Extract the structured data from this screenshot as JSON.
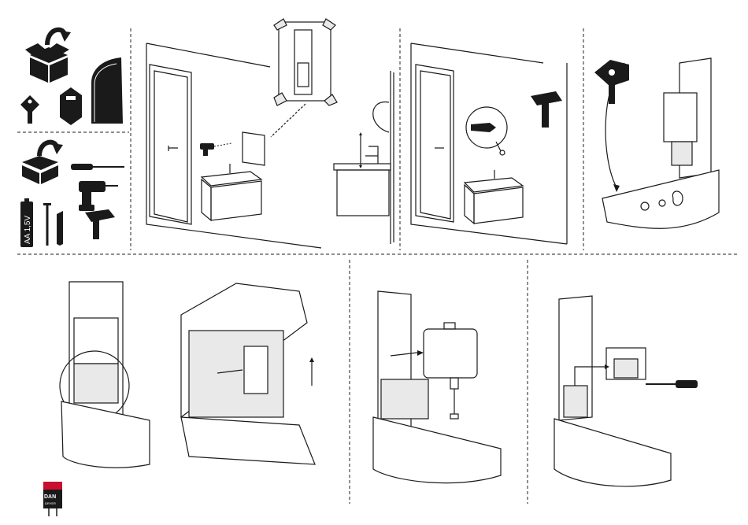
{
  "document": {
    "type": "installation-instructions",
    "colors": {
      "ink": "#1a1a1a",
      "paper": "#ffffff",
      "logo_red": "#c8102e"
    }
  },
  "tools": {
    "battery_label": "AA 1,5V",
    "icons": [
      "open-box-icon",
      "key-icon",
      "refill-cartridge-icon",
      "dispenser-cover-icon",
      "toolbox-icon",
      "screwdriver-icon",
      "drill-icon",
      "battery-icon",
      "screw-icon",
      "wall-plug-icon",
      "hammer-icon"
    ]
  },
  "steps": [
    {
      "id": "step-1",
      "illustration": "mark-drill-holes-with-template"
    },
    {
      "id": "step-2",
      "illustration": "insert-wall-plugs-with-hammer"
    },
    {
      "id": "step-3",
      "illustration": "unlock-cover-with-key"
    },
    {
      "id": "step-4",
      "illustration": "remove-battery-holder"
    },
    {
      "id": "step-5",
      "illustration": "insert-soap-cartridge"
    },
    {
      "id": "step-6",
      "illustration": "fasten-pump-unit-with-screwdriver"
    }
  ],
  "logo": {
    "text": "DAN",
    "subtext": "DRYER"
  }
}
